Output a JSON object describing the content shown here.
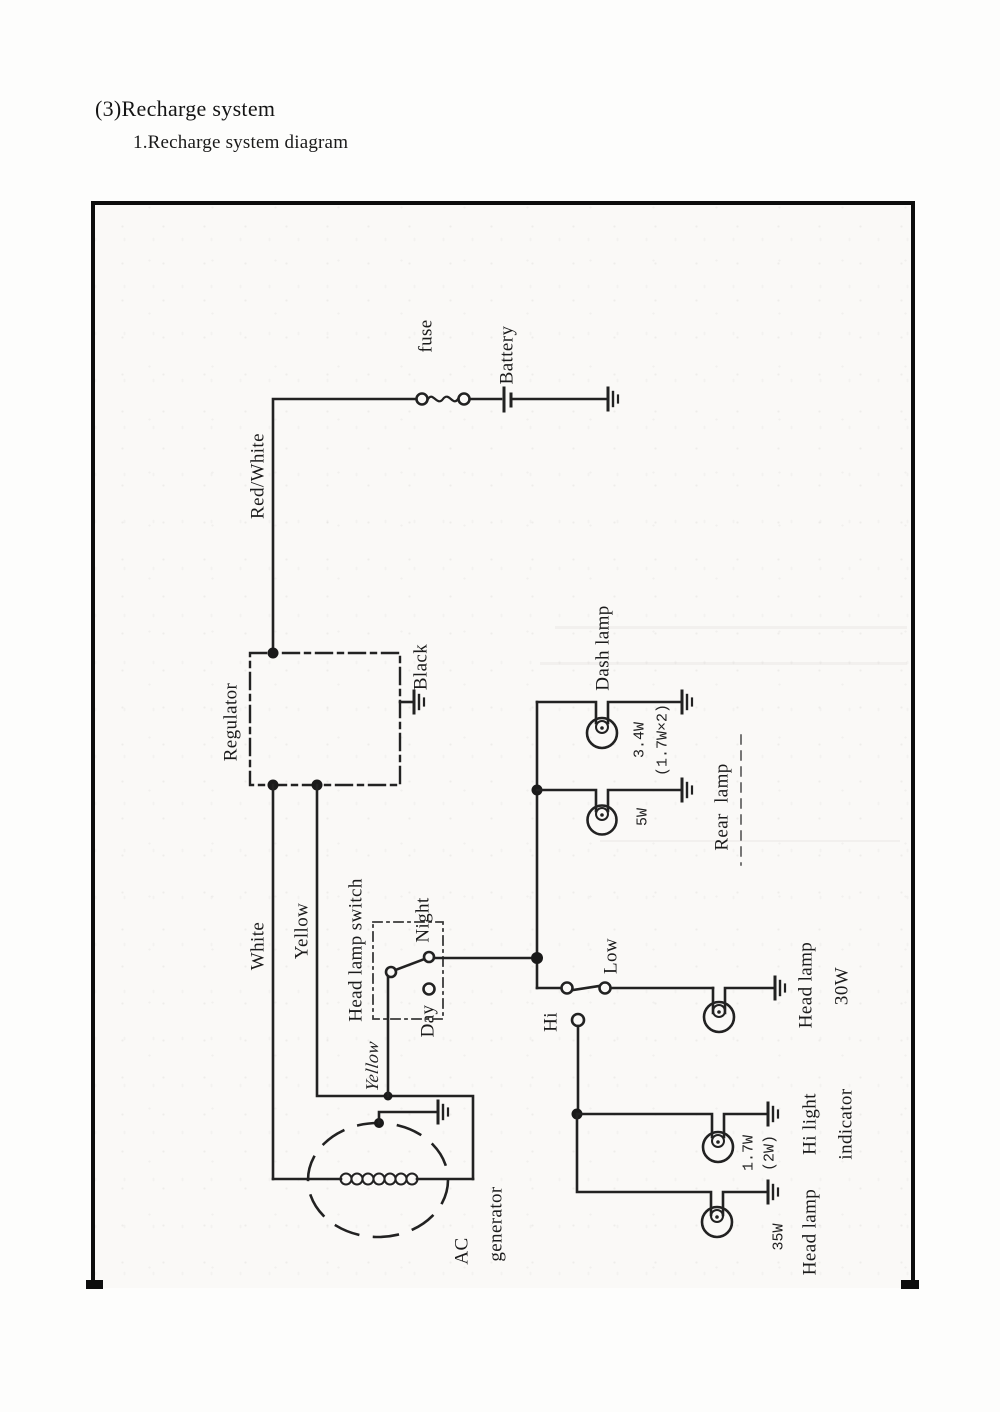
{
  "page": {
    "title": "(3)Recharge system",
    "subtitle": "1.Recharge system diagram"
  },
  "diagram": {
    "colors": {
      "ink": "#222222",
      "paper": "#faf9f7",
      "border": "#0d0d0d"
    },
    "labels": {
      "fuse": "fuse",
      "battery": "Battery",
      "red_white": "Red/White",
      "regulator": "Regulator",
      "black": "Black",
      "dash_lamp": "Dash lamp",
      "dash_lamp_watt_1": "3.4W",
      "dash_lamp_watt_2": "(1.7W×2)",
      "rear_lamp_watt": "5W",
      "rear_lamp": "Rear  lamp",
      "white": "White",
      "yellow": "Yellow",
      "head_lamp_switch": "Head lamp switch",
      "night": "Night",
      "day": "Day",
      "yellow_handwritten": "Yellow",
      "low": "Low",
      "hi": "Hi",
      "head_lamp_30w": "Head lamp",
      "head_lamp_30w_watt": "30W",
      "hi_light_1": "Hi light",
      "hi_light_2": "indicator",
      "hi_ind_watt_1": "1.7W",
      "hi_ind_watt_2": "(2W)",
      "head_lamp_35w_watt": "35W",
      "head_lamp_35w": "Head lamp",
      "ac": "AC",
      "generator": "generator"
    }
  }
}
